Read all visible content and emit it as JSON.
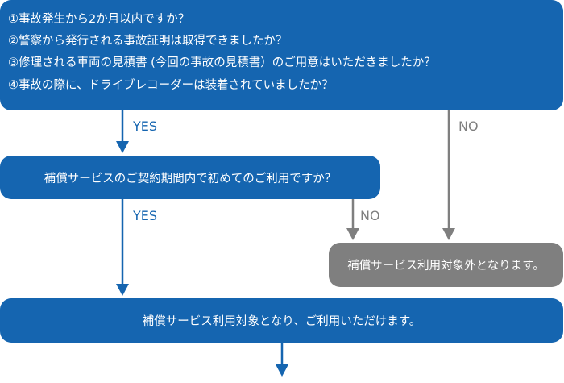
{
  "questions": [
    "①事故発生から2か月以内ですか？",
    "②警察から発行される事故証明は取得できましたか？",
    "③修理される車両の見積書 (今回の事故の見積書）のご用意はいただきましたか？",
    "④事故の際に、ドライブレコーダーは装着されていましたか？"
  ],
  "question2": "補償サービスのご契約期間内で初めてのご利用ですか？",
  "not_eligible": "補償サービス利用対象外となります。",
  "eligible": "補償サービス利用対象となり、ご利用いただけます。",
  "labels": {
    "yes1": "YES",
    "no1": "NO",
    "yes2": "YES",
    "no2": "NO"
  },
  "colors": {
    "blue": "#1565b0",
    "gray": "#7f7f7f"
  }
}
